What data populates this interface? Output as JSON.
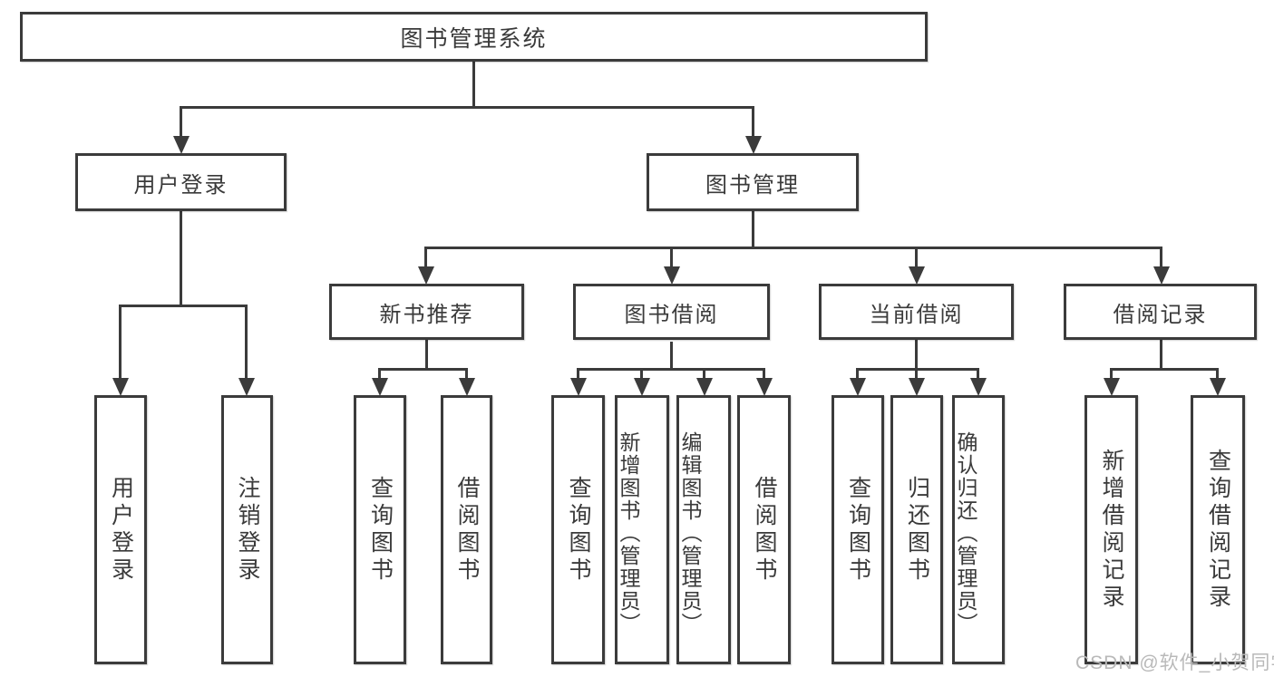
{
  "colors": {
    "line": "#3b3b3b",
    "text": "#3a3a3a",
    "background": "#ffffff",
    "watermark_text_color": "#b9b9b9"
  },
  "nodes": {
    "root": "图书管理系统",
    "user_login": "用户登录",
    "book_mgmt": "图书管理",
    "user_login_leaf": "用户登录",
    "logout_leaf": "注销登录",
    "new_book_rec": "新书推荐",
    "book_borrow": "图书借阅",
    "current_borrow": "当前借阅",
    "borrow_record": "借阅记录",
    "nbr_query_books": "查询图书",
    "nbr_borrow_books": "借阅图书",
    "bb_query_books": "查询图书",
    "bb_add_books": "新增图书（管理员）",
    "bb_edit_books": "编辑图书（管理员）",
    "bb_borrow_books": "借阅图书",
    "cb_query_books": "查询图书",
    "cb_return_books": "归还图书",
    "cb_confirm_return": "确认归还（管理员）",
    "br_add_record": "新增借阅记录",
    "br_query_record": "查询借阅记录"
  },
  "hierarchy": {
    "图书管理系统": {
      "用户登录": [
        "用户登录",
        "注销登录"
      ],
      "图书管理": {
        "新书推荐": [
          "查询图书",
          "借阅图书"
        ],
        "图书借阅": [
          "查询图书",
          "新增图书（管理员）",
          "编辑图书（管理员）",
          "借阅图书"
        ],
        "当前借阅": [
          "查询图书",
          "归还图书",
          "确认归还（管理员）"
        ],
        "借阅记录": [
          "新增借阅记录",
          "查询借阅记录"
        ]
      }
    }
  },
  "watermark": {
    "text": "CSDN @软件_小贺同学"
  }
}
